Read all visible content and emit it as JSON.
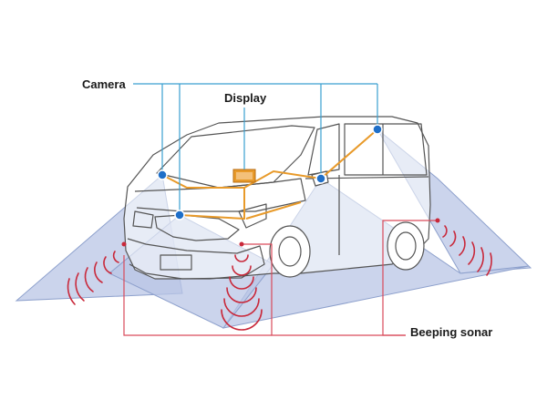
{
  "labels": {
    "camera": "Camera",
    "display": "Display",
    "sonar": "Beeping sonar"
  },
  "colors": {
    "cone_fill": "#b9c6e6",
    "cone_stroke": "#8da0cc",
    "camera_leader": "#3a9fd0",
    "display_wiring": "#e89a2a",
    "sonar_leader": "#d94a5a",
    "sonar_waves": "#c9283a",
    "camera_dot": "#1f6fc8",
    "vehicle_line": "#555555"
  },
  "icons": {
    "camera": "camera-dot-icon",
    "display": "display-unit-icon",
    "sonar": "sonar-wave-icon"
  }
}
